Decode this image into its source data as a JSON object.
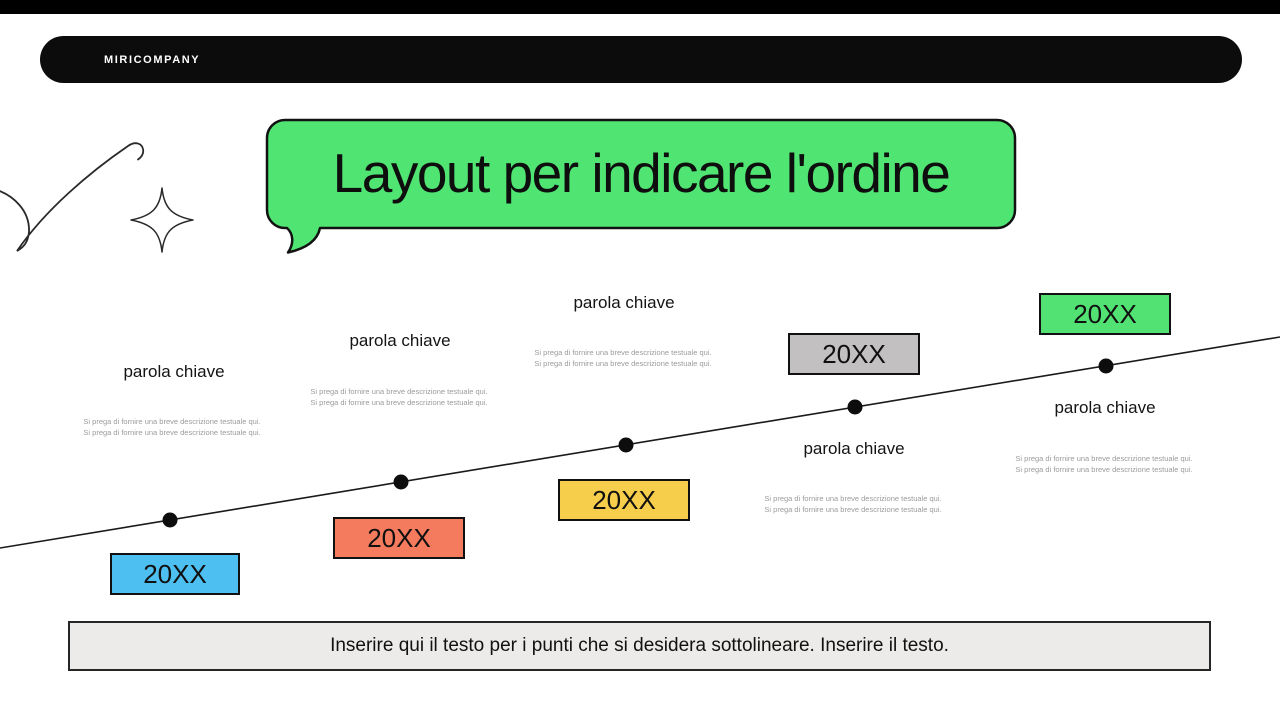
{
  "slide": {
    "top_bar": {
      "brand": "MIRICOMPANY",
      "bar_color": "#0c0c0c"
    },
    "title_bubble": {
      "title": "Layout per indicare l'ordine",
      "color": "#50E472"
    },
    "timeline": {
      "milestones": [
        {
          "year": "20XX",
          "keyword": "parola chiave",
          "description_line1": "Si prega di fornire una breve descrizione testuale qui.",
          "description_line2": "Si prega di fornire una breve descrizione testuale qui.",
          "color": "#4DBFF0"
        },
        {
          "year": "20XX",
          "keyword": "parola chiave",
          "description_line1": "Si prega di fornire una breve descrizione testuale qui.",
          "description_line2": "Si prega di fornire una breve descrizione testuale qui.",
          "color": "#F47B5D"
        },
        {
          "year": "20XX",
          "keyword": "parola chiave",
          "description_line1": "Si prega di fornire una breve descrizione testuale qui.",
          "description_line2": "Si prega di fornire una breve descrizione testuale qui.",
          "color": "#F7CD4C"
        },
        {
          "year": "20XX",
          "keyword": "parola chiave",
          "description_line1": "Si prega di fornire una breve descrizione testuale qui.",
          "description_line2": "Si prega di fornire una breve descrizione testuale qui.",
          "color": "#C2C0C0"
        },
        {
          "year": "20XX",
          "keyword": "parola chiave",
          "description_line1": "Si prega di fornire una breve descrizione testuale qui.",
          "description_line2": "Si prega di fornire una breve descrizione testuale qui.",
          "color": "#52E273"
        }
      ]
    },
    "footer": {
      "note": "Inserire qui il testo per i punti che si desidera sottolineare. Inserire il testo."
    }
  }
}
